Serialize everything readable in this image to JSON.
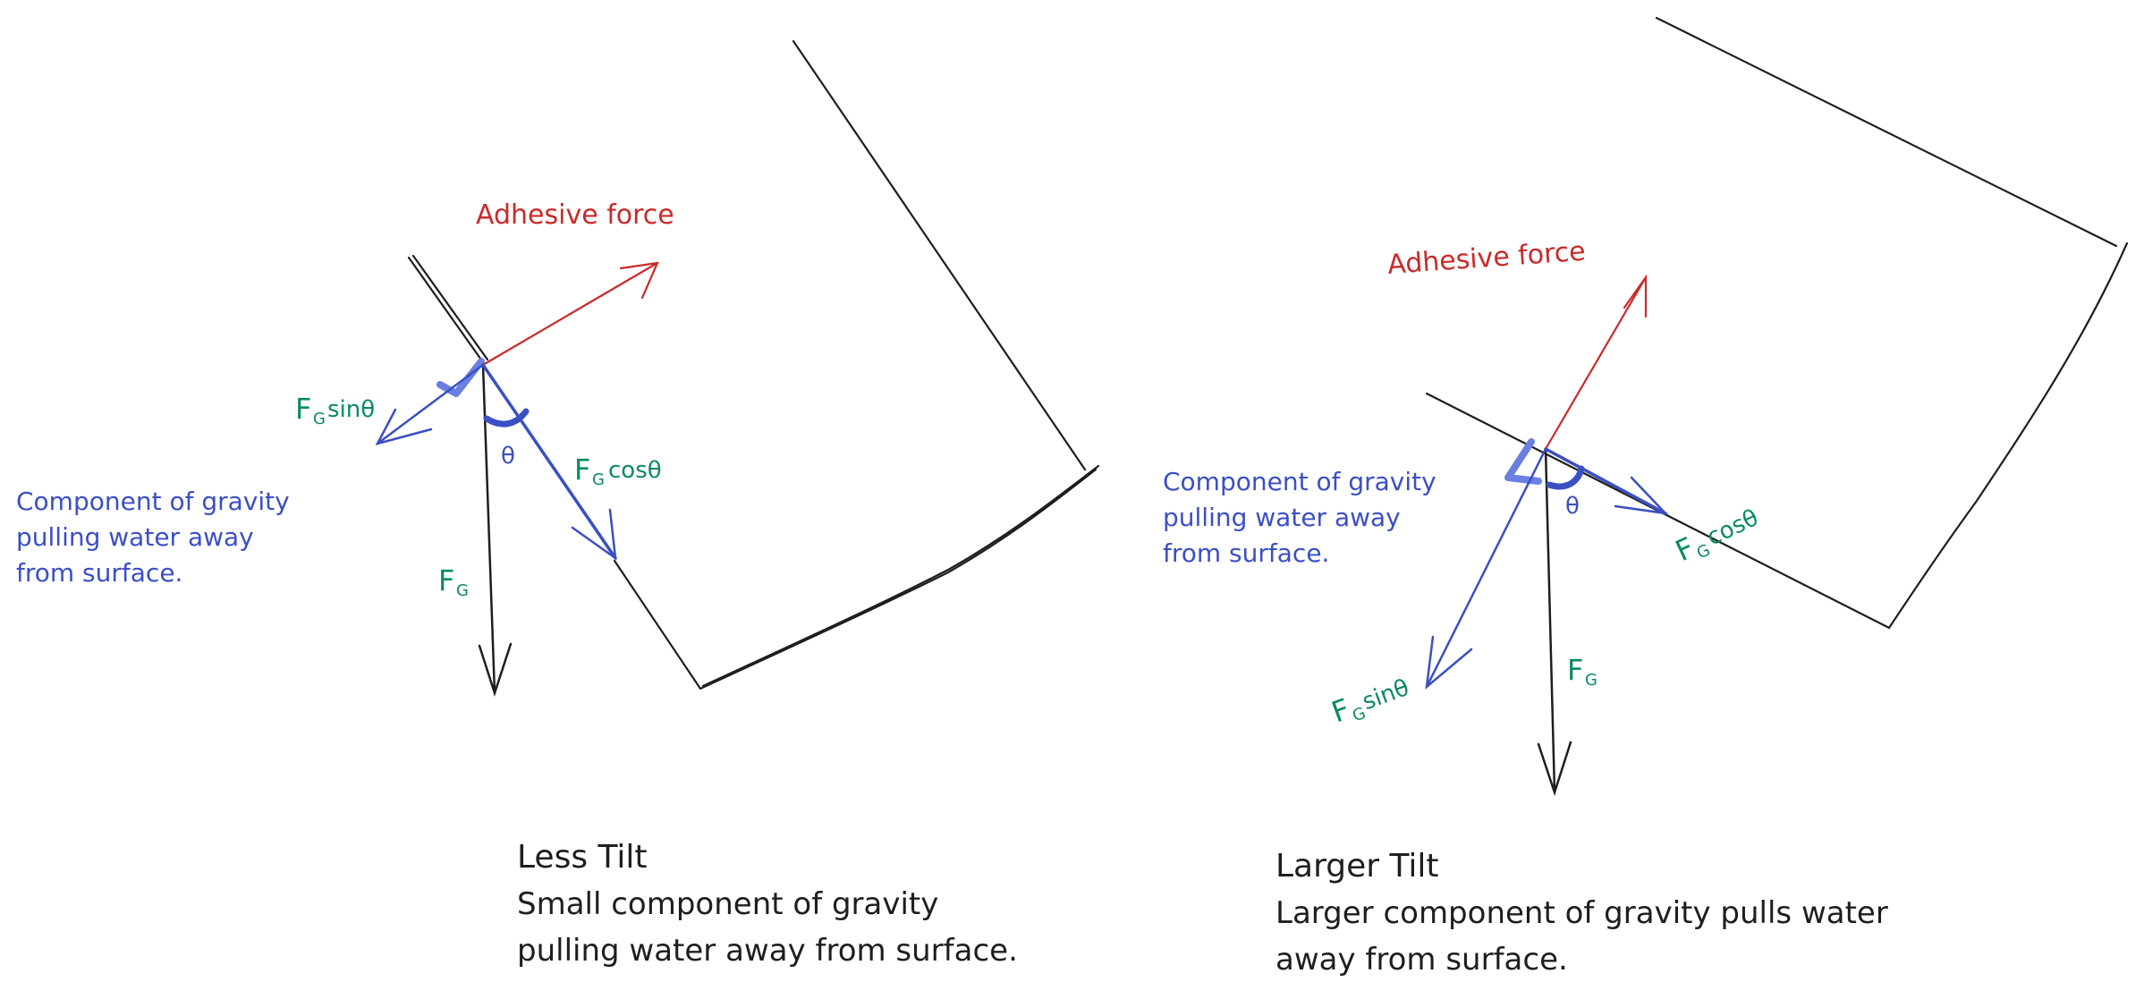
{
  "colors": {
    "ink": "#1e1e1e",
    "adhesive": "#c92a2a",
    "component": "#3b4fc4",
    "force_label": "#0a8a63",
    "right_angle": "#6a7fe0"
  },
  "left_panel": {
    "adhesive_label": "Adhesive force",
    "component_note": [
      "Component of gravity",
      "pulling water away",
      "from surface."
    ],
    "fg_sin_label": "F",
    "fg_sin_sub": "G",
    "fg_sin_suffix": "sinθ",
    "fg_cos_label": "F",
    "fg_cos_sub": "G",
    "fg_cos_suffix": "cosθ",
    "fg_label": "F",
    "fg_sub": "G",
    "theta": "θ",
    "caption_title": "Less Tilt",
    "caption_lines": [
      "Small component of gravity",
      "pulling water away from surface."
    ]
  },
  "right_panel": {
    "adhesive_label": "Adhesive force",
    "component_note": [
      "Component of gravity",
      "pulling water away",
      "from surface."
    ],
    "fg_sin_label": "F",
    "fg_sin_sub": "G",
    "fg_sin_suffix": "sinθ",
    "fg_cos_label": "F",
    "fg_cos_sub": "G",
    "fg_cos_suffix": "cosθ",
    "fg_label": "F",
    "fg_sub": "G",
    "theta": "θ",
    "caption_title": "Larger Tilt",
    "caption_lines": [
      "Larger component of gravity pulls water",
      "away from surface."
    ]
  }
}
